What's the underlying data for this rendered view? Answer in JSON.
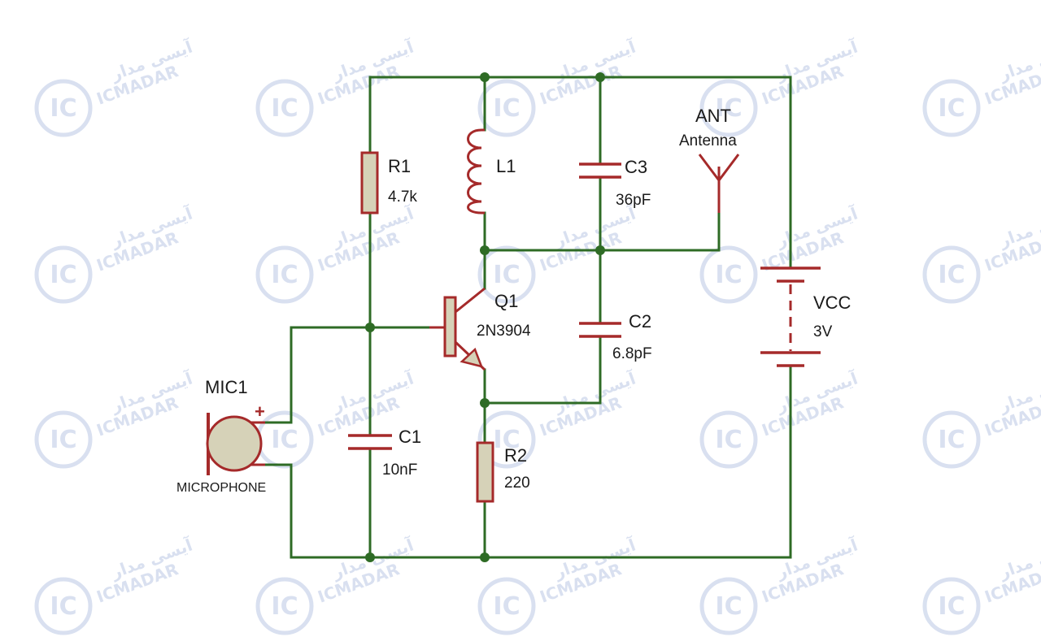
{
  "colors": {
    "wire": "#2e6b25",
    "component": "#a52a2a",
    "component_fill": "#d6d2b8",
    "label": "#1a1a1a",
    "watermark": "#c9d4ea"
  },
  "watermark": {
    "logo_text": "IC",
    "brand_text": "ICMADAR",
    "brand_text_fa": "آیسی مدار"
  },
  "components": {
    "r1": {
      "ref": "R1",
      "value": "4.7k"
    },
    "l1": {
      "ref": "L1"
    },
    "c3": {
      "ref": "C3",
      "value": "36pF"
    },
    "ant": {
      "ref": "ANT",
      "value": "Antenna"
    },
    "q1": {
      "ref": "Q1",
      "value": "2N3904"
    },
    "c2": {
      "ref": "C2",
      "value": "6.8pF"
    },
    "vcc": {
      "ref": "VCC",
      "value": "3V"
    },
    "mic1": {
      "ref": "MIC1",
      "value": "MICROPHONE",
      "polarity": "+"
    },
    "c1": {
      "ref": "C1",
      "value": "10nF"
    },
    "r2": {
      "ref": "R2",
      "value": "220"
    }
  }
}
